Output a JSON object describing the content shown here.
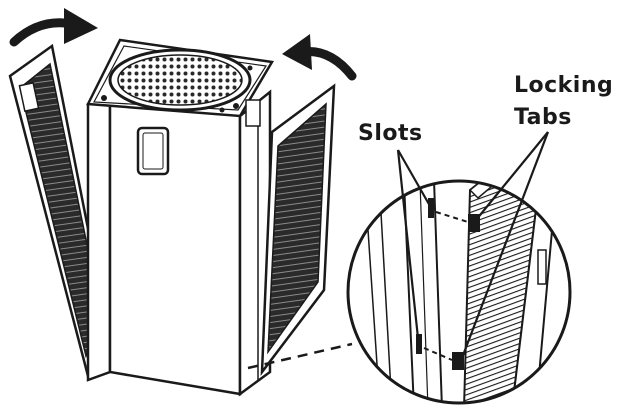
{
  "diagram": {
    "labels": {
      "slots": "Slots",
      "locking_line1": "Locking",
      "locking_line2": "Tabs"
    },
    "stroke_color": "#1a1a1a",
    "fill_dark": "#3a3a3a",
    "background": "#ffffff"
  }
}
